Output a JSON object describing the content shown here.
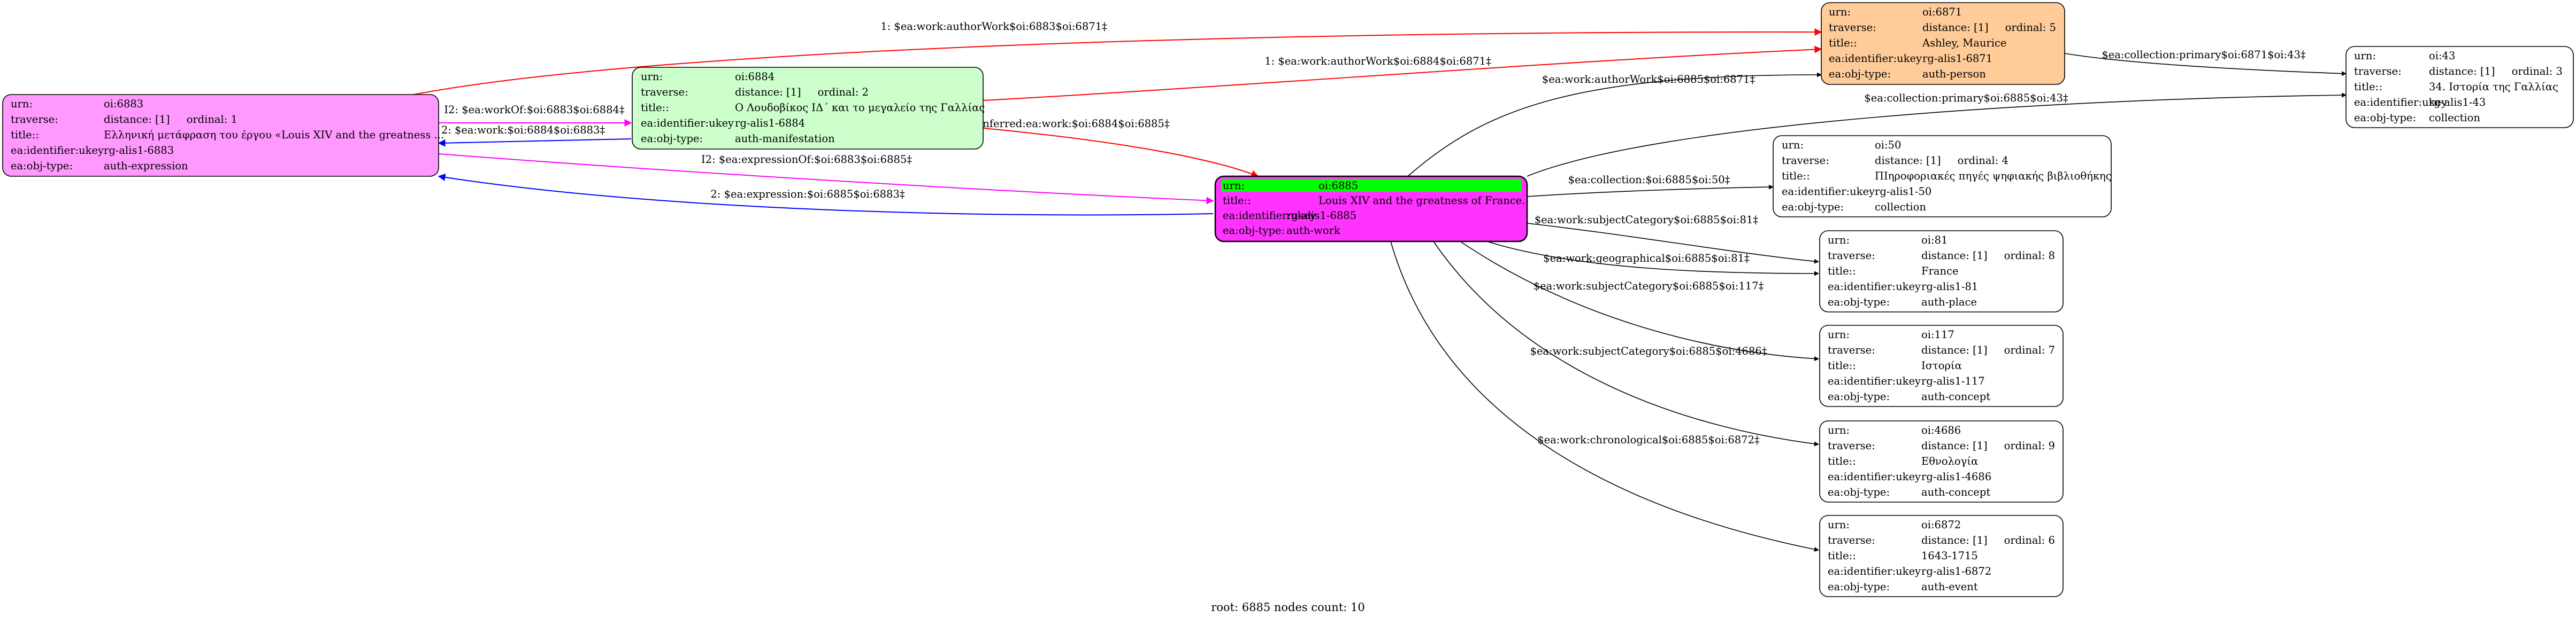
{
  "colors": {
    "red": "#ff0000",
    "blue": "#0000ff",
    "magenta": "#ff00ff",
    "black": "#000000",
    "root_fill": "#ff33ff",
    "root_urn_highlight": "#00ff00",
    "expression_fill": "#ff99ff",
    "manifestation_fill": "#ccffcc",
    "person_fill": "#ffcc99",
    "default_fill": "#ffffff"
  },
  "nodes": {
    "n6883": {
      "rows": [
        [
          "urn:",
          "oi:6883"
        ],
        [
          "traverse:",
          "distance: [1]     ordinal: 1"
        ],
        [
          "title::",
          "Ελληνική μετάφραση του έργου «Louis XIV and the greatness ..."
        ],
        [
          "ea:identifier:ukey",
          "rg-alis1-6883"
        ],
        [
          "ea:obj-type:",
          "auth-expression"
        ]
      ]
    },
    "n6884": {
      "rows": [
        [
          "urn:",
          "oi:6884"
        ],
        [
          "traverse:",
          "distance: [1]     ordinal: 2"
        ],
        [
          "title::",
          "Ο Λουδοβίκος ΙΔ΄ και το μεγαλείο της Γαλλίας"
        ],
        [
          "ea:identifier:ukey",
          "rg-alis1-6884"
        ],
        [
          "ea:obj-type:",
          "auth-manifestation"
        ]
      ]
    },
    "n6885": {
      "rows": [
        [
          "urn:",
          "oi:6885"
        ],
        [
          "title::",
          "Louis XIV and the greatness of France."
        ],
        [
          "ea:identifier:ukey",
          "rg-alis1-6885"
        ],
        [
          "ea:obj-type:",
          "auth-work"
        ]
      ]
    },
    "n6871": {
      "rows": [
        [
          "urn:",
          "oi:6871"
        ],
        [
          "traverse:",
          "distance: [1]     ordinal: 5"
        ],
        [
          "title::",
          "Ashley, Maurice"
        ],
        [
          "ea:identifier:ukey",
          "rg-alis1-6871"
        ],
        [
          "ea:obj-type:",
          "auth-person"
        ]
      ]
    },
    "n43": {
      "rows": [
        [
          "urn:",
          "oi:43"
        ],
        [
          "traverse:",
          "distance: [1]     ordinal: 3"
        ],
        [
          "title::",
          "34. Ιστορία της Γαλλίας"
        ],
        [
          "ea:identifier:ukey",
          "rg-alis1-43"
        ],
        [
          "ea:obj-type:",
          "collection"
        ]
      ]
    },
    "n50": {
      "rows": [
        [
          "urn:",
          "oi:50"
        ],
        [
          "traverse:",
          "distance: [1]     ordinal: 4"
        ],
        [
          "title::",
          "ΠΙηροφοριακές πηγές ψηφιακής βιβλιοθήκης"
        ],
        [
          "ea:identifier:ukey",
          "rg-alis1-50"
        ],
        [
          "ea:obj-type:",
          "collection"
        ]
      ]
    },
    "n81": {
      "rows": [
        [
          "urn:",
          "oi:81"
        ],
        [
          "traverse:",
          "distance: [1]     ordinal: 8"
        ],
        [
          "title::",
          "France"
        ],
        [
          "ea:identifier:ukey",
          "rg-alis1-81"
        ],
        [
          "ea:obj-type:",
          "auth-place"
        ]
      ]
    },
    "n117": {
      "rows": [
        [
          "urn:",
          "oi:117"
        ],
        [
          "traverse:",
          "distance: [1]     ordinal: 7"
        ],
        [
          "title::",
          "Ιστορία"
        ],
        [
          "ea:identifier:ukey",
          "rg-alis1-117"
        ],
        [
          "ea:obj-type:",
          "auth-concept"
        ]
      ]
    },
    "n4686": {
      "rows": [
        [
          "urn:",
          "oi:4686"
        ],
        [
          "traverse:",
          "distance: [1]     ordinal: 9"
        ],
        [
          "title::",
          "Εθνολογία"
        ],
        [
          "ea:identifier:ukey",
          "rg-alis1-4686"
        ],
        [
          "ea:obj-type:",
          "auth-concept"
        ]
      ]
    },
    "n6872": {
      "rows": [
        [
          "urn:",
          "oi:6872"
        ],
        [
          "traverse:",
          "distance: [1]     ordinal: 6"
        ],
        [
          "title::",
          "1643-1715"
        ],
        [
          "ea:identifier:ukey",
          "rg-alis1-6872"
        ],
        [
          "ea:obj-type:",
          "auth-event"
        ]
      ]
    }
  },
  "edges": [
    {
      "label": "1: $ea:work:authorWork$oi:6883$oi:6871‡",
      "color": "red"
    },
    {
      "label": "1: $ea:work:authorWork$oi:6884$oi:6871‡",
      "color": "red"
    },
    {
      "label": "1: $inferred:ea:work:$oi:6884$oi:6885‡",
      "color": "red"
    },
    {
      "label": "I2: $ea:workOf:$oi:6883$oi:6884‡",
      "color": "magenta"
    },
    {
      "label": "2: $ea:work:$oi:6884$oi:6883‡",
      "color": "blue"
    },
    {
      "label": "I2: $ea:expressionOf:$oi:6883$oi:6885‡",
      "color": "magenta"
    },
    {
      "label": "2: $ea:expression:$oi:6885$oi:6883‡",
      "color": "blue"
    },
    {
      "label": "$ea:work:authorWork$oi:6885$oi:6871‡",
      "color": "black"
    },
    {
      "label": "$ea:collection:primary$oi:6871$oi:43‡",
      "color": "black"
    },
    {
      "label": "$ea:collection:primary$oi:6885$oi:43‡",
      "color": "black"
    },
    {
      "label": "$ea:collection:$oi:6885$oi:50‡",
      "color": "black"
    },
    {
      "label": "$ea:work:subjectCategory$oi:6885$oi:81‡",
      "color": "black"
    },
    {
      "label": "$ea:work:geographical$oi:6885$oi:81‡",
      "color": "black"
    },
    {
      "label": "$ea:work:subjectCategory$oi:6885$oi:117‡",
      "color": "black"
    },
    {
      "label": "$ea:work:subjectCategory$oi:6885$oi:4686‡",
      "color": "black"
    },
    {
      "label": "$ea:work:chronological$oi:6885$oi:6872‡",
      "color": "black"
    }
  ],
  "footer": "root: 6885 nodes count: 10"
}
